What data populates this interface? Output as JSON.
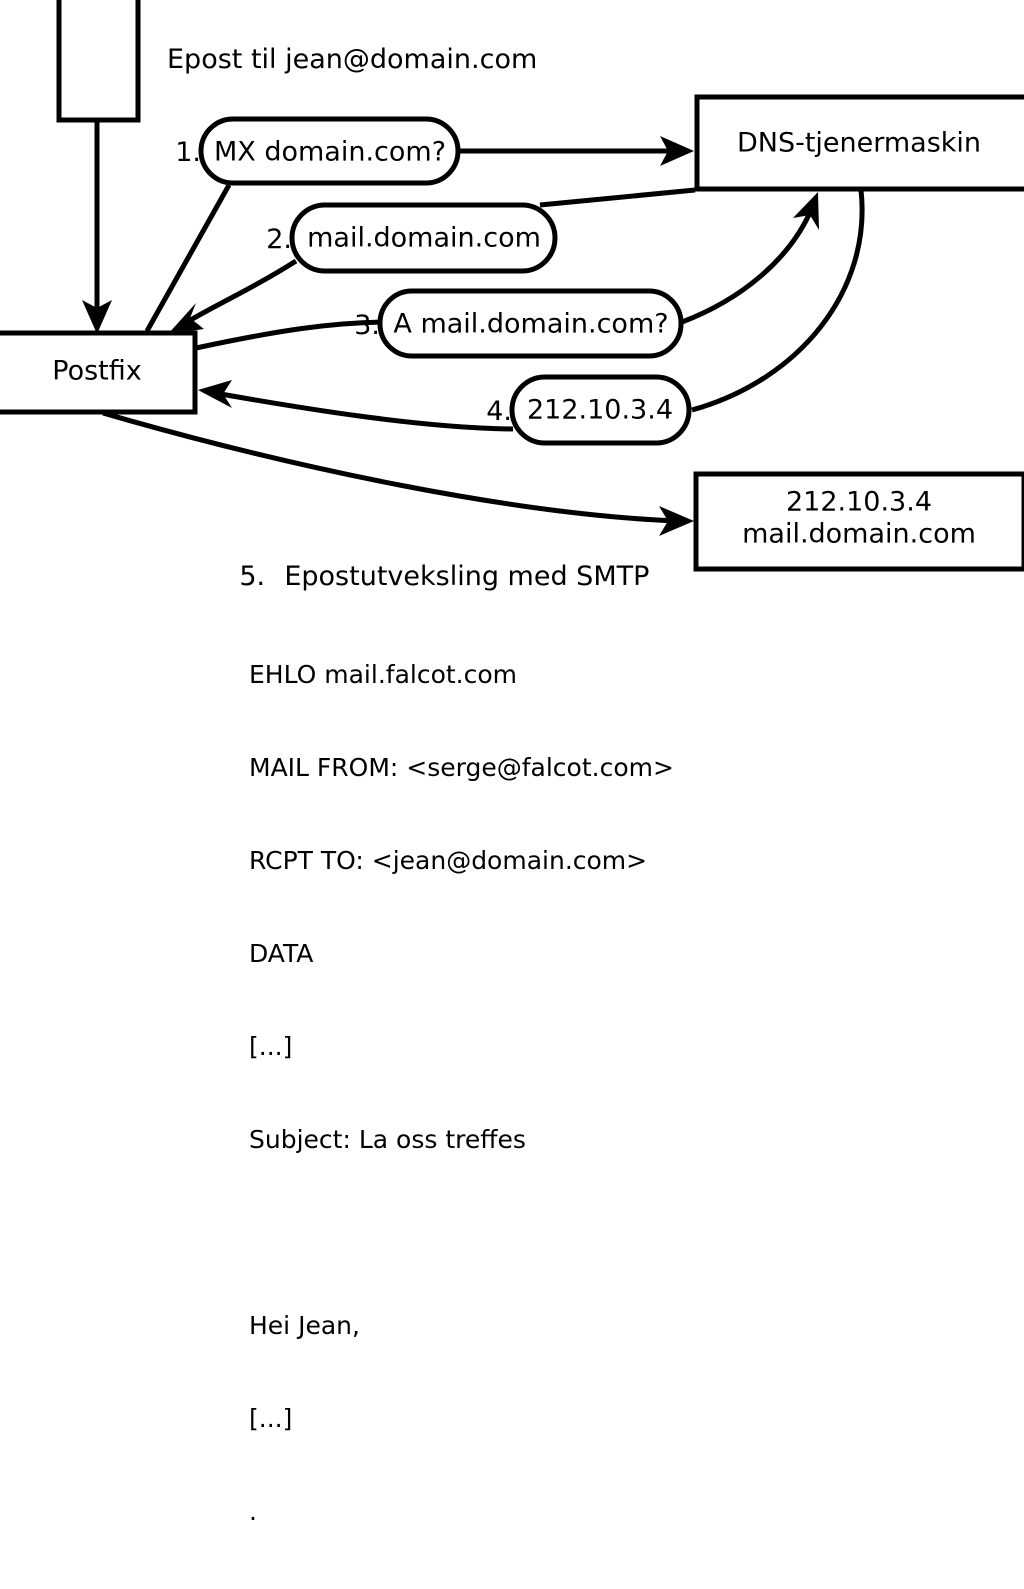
{
  "diagram": {
    "title_caption": "Epost til jean@domain.com",
    "nodes": {
      "client": {
        "label": "",
        "name": "client-box"
      },
      "postfix": {
        "label": "Postfix"
      },
      "dns_server": {
        "label": "DNS-tjenermaskin"
      },
      "mail_server": {
        "line1": "212.10.3.4",
        "line2": "mail.domain.com"
      }
    },
    "messages": [
      {
        "num": "1.",
        "label": "MX domain.com?"
      },
      {
        "num": "2.",
        "label": "mail.domain.com"
      },
      {
        "num": "3.",
        "label": "A mail.domain.com?"
      },
      {
        "num": "4.",
        "label": "212.10.3.4"
      }
    ],
    "step5": {
      "num": "5.",
      "label": "Epostutveksling med SMTP"
    },
    "smtp_transcript": [
      "EHLO mail.falcot.com",
      "MAIL FROM: <serge@falcot.com>",
      "RCPT TO: <jean@domain.com>",
      "DATA",
      "[...]",
      "Subject: La oss treffes",
      "",
      "Hei Jean,",
      "[...]",
      "."
    ]
  },
  "colors": {
    "stroke": "#000000",
    "fill": "#ffffff",
    "text": "#000000"
  }
}
